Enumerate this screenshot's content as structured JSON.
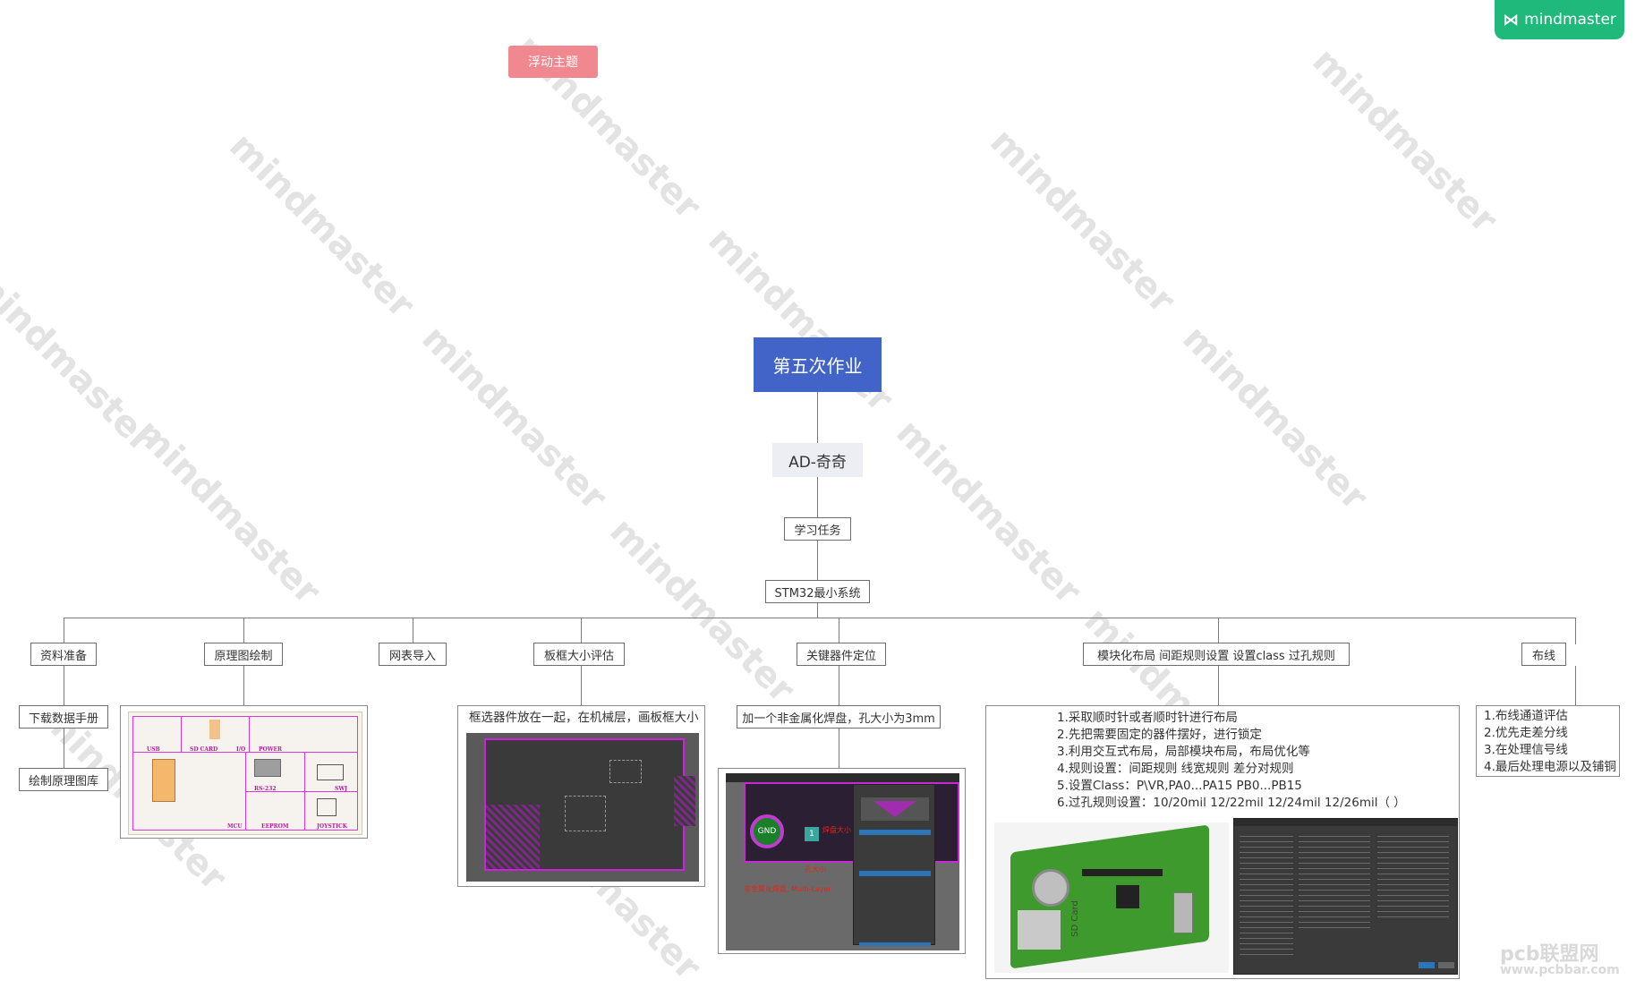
{
  "app": {
    "logo_text": "mindmaster",
    "watermark": "mindmaster",
    "corner_watermark": "pcb联盟网",
    "corner_watermark_url": "www.pcbbar.com"
  },
  "floating_topic": "浮动主题",
  "root": "第五次作业",
  "level1": "AD-奇奇",
  "level2": "学习任务",
  "level3": "STM32最小系统",
  "branches": [
    {
      "label": "资料准备",
      "children": [
        "下载数据手册",
        "绘制原理图库"
      ]
    },
    {
      "label": "原理图绘制"
    },
    {
      "label": "网表导入"
    },
    {
      "label": "板框大小评估",
      "note": "框选器件放在一起，在机械层，画板框大小"
    },
    {
      "label": "关键器件定位",
      "note": "加一个非金属化焊盘，孔大小为3mm"
    },
    {
      "label": "模块化布局  间距规则设置  设置class  过孔规则",
      "notes": [
        "1.采取顺时针或者顺时针进行布局",
        "2.先把需要固定的器件摆好，进行锁定",
        "3.利用交互式布局，局部模块布局，布局优化等",
        "4.规则设置：间距规则   线宽规则   差分对规则",
        "5.设置Class：P\\VR,PA0...PA15    PB0...PB15",
        "6.过孔规则设置：10/20mil  12/22mil  12/24mil  12/26mil（ ）"
      ]
    },
    {
      "label": "布线",
      "notes": [
        "1.布线通道评估",
        "2.优先走差分线",
        "3.在处理信号线",
        "4.最后处理电源以及铺铜"
      ]
    }
  ],
  "schematic_labels": [
    "USB",
    "SD CARD",
    "I/O",
    "POWER",
    "RS-232",
    "SWJ",
    "MCU",
    "EEPROM",
    "JOYSTICK"
  ],
  "pcb_labels": {
    "pad": "GND",
    "pin": "1",
    "annot1": "焊盘大小",
    "annot2": "孔大小",
    "annot3": "非金属化焊盘, Multi-Layer"
  },
  "board_labels": {
    "sd": "SD Card"
  },
  "colors": {
    "root": "#4264c8",
    "float": "#f1888f",
    "logo": "#1fb97b",
    "level1_bg": "#eceef4"
  }
}
